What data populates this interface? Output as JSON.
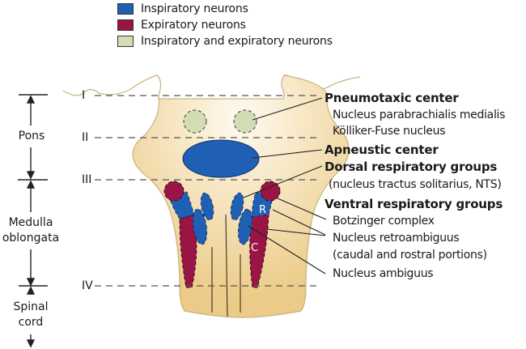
{
  "legend": {
    "items": [
      {
        "label": "Inspiratory neurons",
        "color": "#1f5fb4"
      },
      {
        "label": "Expiratory neurons",
        "color": "#9b1446"
      },
      {
        "label": "Inspiratory and expiratory neurons",
        "color": "#d3ddb4"
      }
    ]
  },
  "colors": {
    "brainstem_fill": "#edcf8f",
    "brainstem_highlight": "#fbf1de",
    "outline": "#c7b37c",
    "inspiratory": "#1f5fb4",
    "expiratory": "#9b1446",
    "mixed": "#d3ddb4"
  },
  "regions": {
    "pons": "Pons",
    "medulla_line1": "Medulla",
    "medulla_line2": "oblongata",
    "spinal_line1": "Spinal",
    "spinal_line2": "cord"
  },
  "levels": [
    "I",
    "II",
    "III",
    "IV"
  ],
  "inner_labels": {
    "rostral": "R",
    "caudal": "C"
  },
  "annotations": {
    "pneumotaxic": {
      "title": "Pneumotaxic center",
      "lines": [
        "Nucleus parabrachialis medialis",
        "Kölliker-Fuse nucleus"
      ]
    },
    "apneustic": {
      "title": "Apneustic center"
    },
    "dorsal": {
      "title": "Dorsal respiratory groups",
      "lines": [
        "(nucleus tractus solitarius, NTS)"
      ]
    },
    "ventral": {
      "title": "Ventral respiratory groups",
      "lines": [
        "Botzinger complex",
        "Nucleus retroambiguus",
        "(caudal and rostral portions)",
        "Nucleus ambiguus"
      ]
    }
  }
}
